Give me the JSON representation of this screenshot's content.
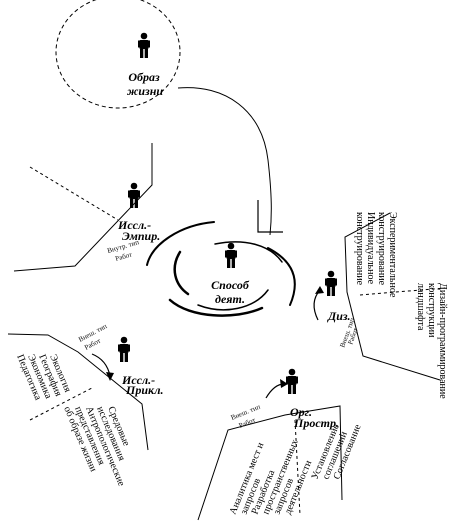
{
  "roles": {
    "lifestyle": {
      "line1": "Образ",
      "line2": "жизни"
    },
    "activity": {
      "line1": "Способ",
      "line2": "деят."
    },
    "empirical": {
      "line1": "Иссл.-",
      "line2": "Эмпир."
    },
    "applied": {
      "line1": "Иссл.-",
      "line2": "Прикл."
    },
    "design": {
      "line1": "Диз."
    },
    "org": {
      "line1": "Орг.",
      "line2": "Простр."
    }
  },
  "notes": {
    "empirical": {
      "line1": "Внутр. тип",
      "line2": "Работ"
    },
    "applied": {
      "line1": "Внеш. тип",
      "line2": "Работ"
    },
    "design": {
      "line1": "Внеш. тип",
      "line2": "Работ"
    },
    "org": {
      "line1": "Внеш. тип",
      "line2": "Работ"
    }
  },
  "blocks": {
    "design_top": [
      "Экспериментальное",
      "конструирование",
      "Индивидуальное",
      "конструирование"
    ],
    "design_bottom": [
      "Дизайн-программирование",
      "конструкции",
      "ландшафта"
    ],
    "applied_left": [
      "Экология",
      "География",
      "Экономика",
      "Педагогика"
    ],
    "applied_right": [
      "Средовые",
      "исследования",
      "Антропологические",
      "представления",
      "об образе жизни"
    ],
    "org_left": [
      "Аналитика мест и",
      "запросов",
      "Разработка",
      "пространственных",
      "запросов",
      "деятельности"
    ],
    "org_right": [
      "Установление",
      "соглашений",
      "Согласование"
    ]
  }
}
